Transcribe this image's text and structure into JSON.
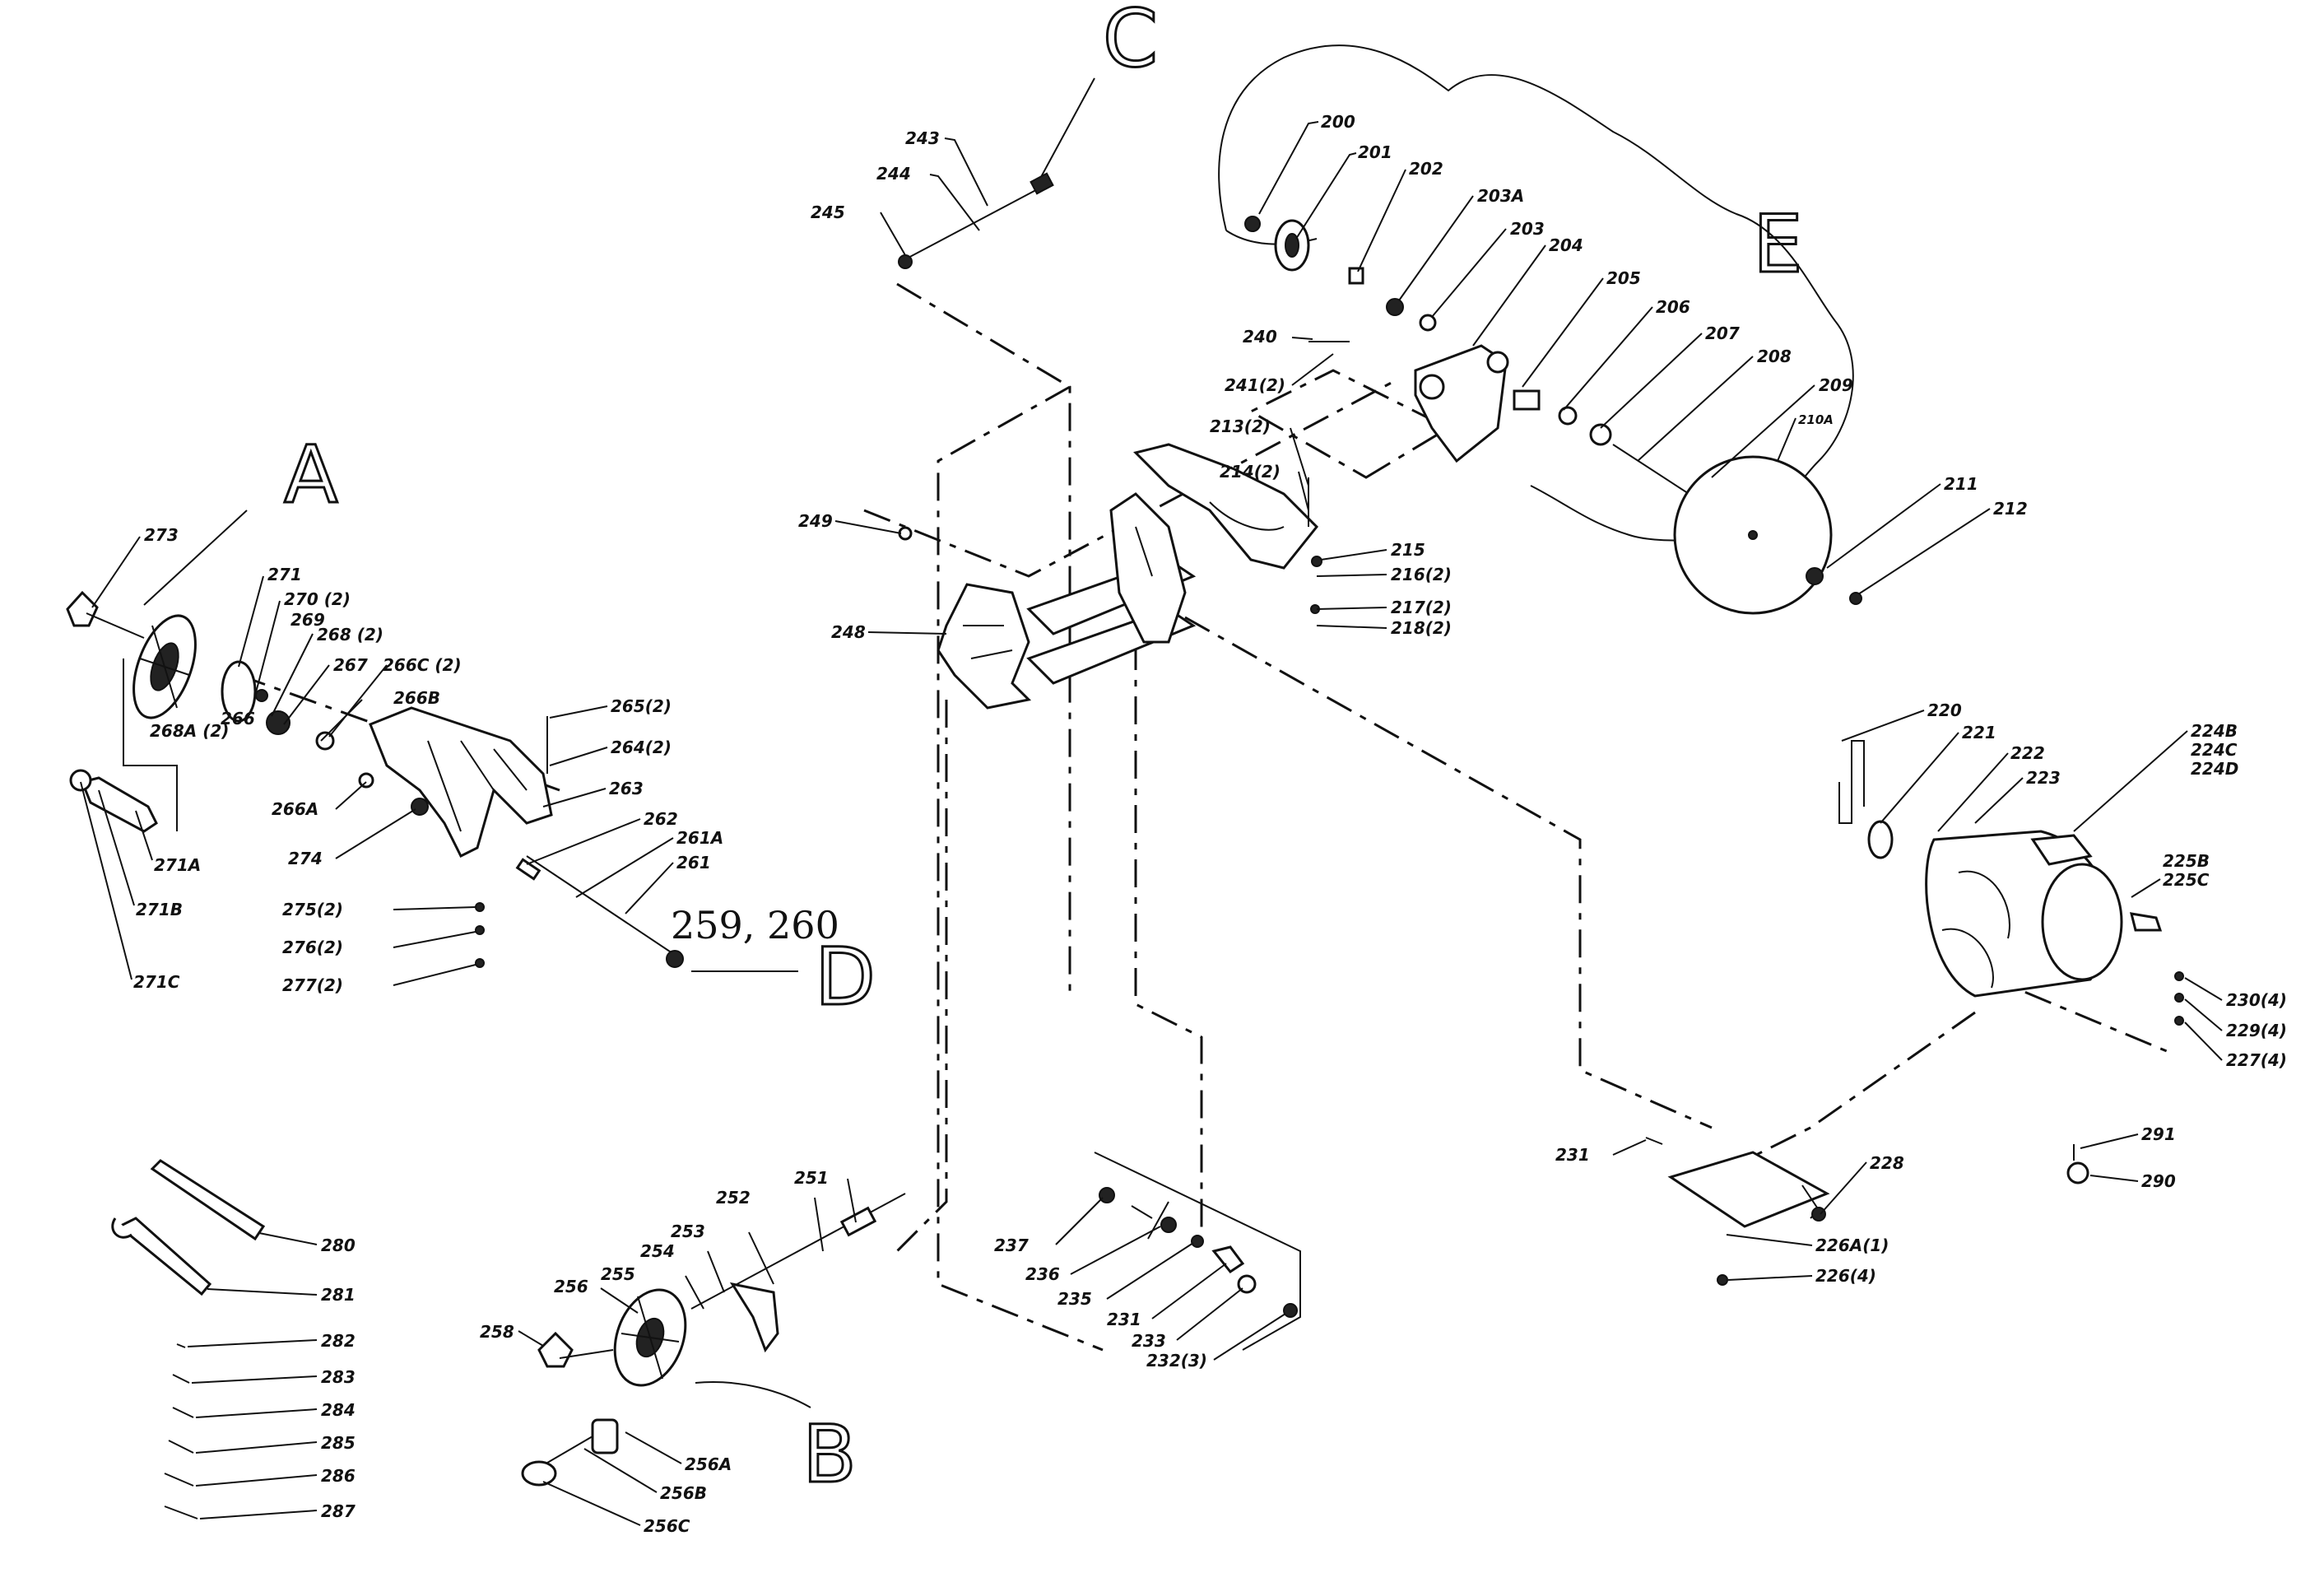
{
  "section_letters": [
    "A",
    "B",
    "C",
    "D",
    "E"
  ],
  "handwritten_note": "259, 260",
  "labels": {
    "p200": "200",
    "p201": "201",
    "p202": "202",
    "p203A": "203A",
    "p203": "203",
    "p204": "204",
    "p205": "205",
    "p206": "206",
    "p207": "207",
    "p208": "208",
    "p209": "209",
    "p210A": "210A",
    "p211": "211",
    "p212": "212",
    "p213": "213(2)",
    "p214": "214(2)",
    "p215": "215",
    "p216": "216(2)",
    "p217": "217(2)",
    "p218": "218(2)",
    "p220": "220",
    "p221": "221",
    "p222": "222",
    "p223": "223",
    "p224B": "224B",
    "p224C": "224C",
    "p224D": "224D",
    "p225B": "225B",
    "p225C": "225C",
    "p226A": "226A(1)",
    "p226": "226(4)",
    "p227": "227(4)",
    "p228": "228",
    "p229": "229(4)",
    "p230": "230(4)",
    "p231": "231",
    "p231b": "231",
    "p232": "232(3)",
    "p233": "233",
    "p235": "235",
    "p236": "236",
    "p237": "237",
    "p240": "240",
    "p241": "241(2)",
    "p243": "243",
    "p244": "244",
    "p245": "245",
    "p248": "248",
    "p249": "249",
    "p251": "251",
    "p252": "252",
    "p253": "253",
    "p254": "254",
    "p255": "255",
    "p256": "256",
    "p256A": "256A",
    "p256B": "256B",
    "p256C": "256C",
    "p258": "258",
    "p261": "261",
    "p261A": "261A",
    "p262": "262",
    "p263": "263",
    "p264": "264(2)",
    "p265": "265(2)",
    "p266": "266",
    "p266A": "266A",
    "p266B": "266B",
    "p266C": "266C (2)",
    "p267": "267",
    "p268": "268 (2)",
    "p268A": "268A (2)",
    "p269": "269",
    "p270": "270 (2)",
    "p271": "271",
    "p271A": "271A",
    "p271B": "271B",
    "p271C": "271C",
    "p273": "273",
    "p274": "274",
    "p275": "275(2)",
    "p276": "276(2)",
    "p277": "277(2)",
    "p280": "280",
    "p281": "281",
    "p282": "282",
    "p283": "283",
    "p284": "284",
    "p285": "285",
    "p286": "286",
    "p287": "287",
    "p290": "290",
    "p291": "291"
  }
}
